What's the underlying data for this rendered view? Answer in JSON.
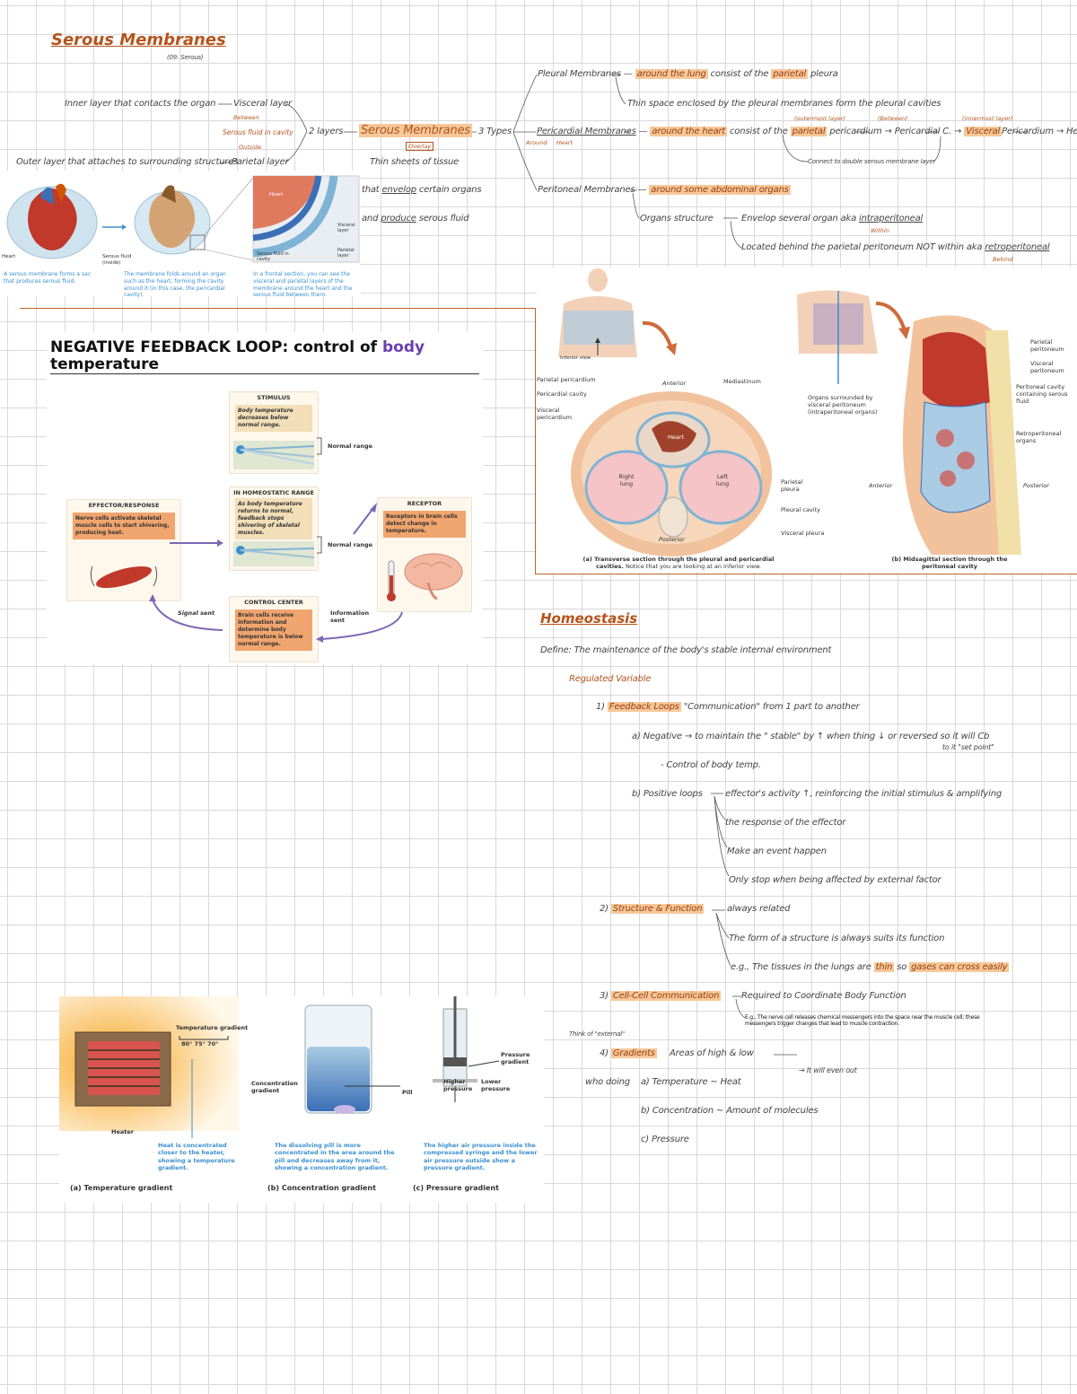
{
  "serous": {
    "title": "Serous Membranes",
    "subtitle": "(09. Serous)",
    "inner_layer_desc": "Inner layer that contacts the organ",
    "visceral_layer": "Visceral layer",
    "tag_between": "Between",
    "serous_fluid_cavity": "Serous fluid in cavity",
    "tag_outside": "Outside",
    "outer_layer_desc": "Outer layer that attaches to surrounding structures",
    "parietal_layer": "Parietal layer",
    "two_layers": "2 layers",
    "center": "Serous Membranes",
    "tag_overlay": "Overlay",
    "desc1": "Thin sheets of tissue",
    "desc2_a": "that ",
    "desc2_u": "envelop",
    "desc2_b": " certain organs",
    "desc3_a": "and ",
    "desc3_u": "produce",
    "desc3_b": " serous fluid",
    "three_types": "3 Types",
    "pleural": "Pleural Membranes",
    "pleural_hl": "around the lung",
    "pleural_rest_a": "consist of the ",
    "pleural_parietal": "parietal",
    "pleural_rest_b": " pleura",
    "pleural_note": "Thin space enclosed by the pleural membranes form the pleural cavities",
    "pericardial": "Pericardial Membranes",
    "pericardial_hl": "around the heart",
    "pericardial_rest": "consist of the",
    "pericardial_parietal": "parietal",
    "pericardial_rest2": "pericardium",
    "pericardial_c": "Pericardial C.",
    "visceral": "Visceral",
    "pericardium2": "Pericardium",
    "heart": "Heart",
    "tag_outer_layer": "(outermost layer)",
    "tag_between2": "(Between)",
    "tag_innermost": "(innermost layer)",
    "tag_around": "Around",
    "tag_heart": "Heart",
    "pericardial_note": "Connect to double serous membrane layer",
    "peritoneal": "Peritoneal Membranes",
    "peritoneal_hl": "around some abdominal organs",
    "organs_structure": "Organs structure",
    "envelop_a": "Envelop several organ aka ",
    "envelop_u": "intraperitoneal",
    "tag_within": "Within",
    "behind": "Located behind the parietal peritoneum NOT within aka ",
    "behind_u": "retroperitoneal",
    "tag_behind": "Behind"
  },
  "heart_fig": {
    "label_heart": "Heart",
    "label_serous_fluid": "Serous fluid (inside)",
    "inset_heart": "Heart",
    "inset_visceral": "Visceral layer",
    "inset_parietal": "Parietal layer",
    "inset_fluid": "Serous fluid in cavity",
    "cap1": "A serous membrane forms a sac that produces serous fluid.",
    "cap2": "The membrane folds around an organ such as the heart, forming the cavity around it (in this case, the pericardial cavity).",
    "cap3": "In a frontal section, you can see the visceral and parietal layers of the membrane around the heart and the serous fluid between them."
  },
  "nf": {
    "title_a": "NEGATIVE FEEDBACK LOOP: control of ",
    "title_b": "body",
    "title_c": "temperature",
    "stimulus_head": "STIMULUS",
    "stimulus_body": "Body temperature decreases below normal range.",
    "normal_range": "Normal range",
    "homeo_head": "IN HOMEOSTATIC RANGE",
    "homeo_body": "As body temperature returns to normal, feedback stops shivering of skeletal muscles.",
    "effector_head": "EFFECTOR/RESPONSE",
    "effector_body": "Nerve cells activate skeletal muscle cells to start shivering, producing heat.",
    "receptor_head": "RECEPTOR",
    "receptor_body": "Receptors in brain cells detect change in temperature.",
    "control_head": "CONTROL CENTER",
    "control_body": "Brain cells receive information and determine body temperature is below normal range.",
    "signal_sent": "Signal sent",
    "info_sent": "Information sent"
  },
  "thorax": {
    "inferior_view": "Inferior view",
    "parietal_pericardium": "Parietal pericardium",
    "pericardial_cavity": "Pericardial cavity",
    "visceral_pericardium": "Visceral pericardium",
    "anterior": "Anterior",
    "mediastinum": "Mediastinum",
    "heart": "Heart",
    "right_lung": "Right lung",
    "left_lung": "Left lung",
    "parietal_pleura": "Parietal pleura",
    "pleural_cavity": "Pleural cavity",
    "visceral_pleura": "Visceral pleura",
    "posterior": "Posterior",
    "caption_a_bold": "(a) Transverse section through the pleural and pericardial cavities.",
    "caption_a_rest": " Notice that you are looking at an inferior view.",
    "organs_surrounded": "Organs surrounded by visceral peritoneum (intraperitoneal organs)",
    "parietal_peritoneum": "Parietal peritoneum",
    "visceral_peritoneum": "Visceral peritoneum",
    "peritoneal_cavity": "Peritoneal cavity containing serous fluid",
    "retroperitoneal": "Retroperitoneal organs",
    "anterior2": "Anterior",
    "posterior2": "Posterior",
    "caption_b": "(b) Midsagittal section through the peritoneal cavity"
  },
  "homeo": {
    "title": "Homeostasis",
    "define": "Define: The maintenance of the body's stable internal environment",
    "regulated": "Regulated Variable",
    "fb_num": "1) ",
    "fb_label": "Feedback Loops",
    "fb_rest": " \"Communication\" from 1 part to another",
    "neg": "a) Negative → to maintain the \" stable\" by ↑ when thing ↓ or reversed so it will Cb",
    "neg2": "to it \"set point\"",
    "neg3": "- Control of body temp.",
    "pos": "b) Positive loops",
    "pos1": "effector's activity ↑, reinforcing the initial stimulus & amplifying",
    "pos2": "the response of the effector",
    "pos3": "Make an event happen",
    "pos4": "Only stop when being affected by external factor",
    "sf_num": "2) ",
    "sf_label": "Structure & Function",
    "sf1": "always related",
    "sf2": "The form of a structure is always suits its function",
    "sf3_a": "e.g., The tissues in the lungs are ",
    "sf3_thin": "thin",
    "sf3_b": " so ",
    "sf3_hl": "gases can cross easily",
    "cc_num": "3) ",
    "cc_label": "Cell-Cell Communication",
    "cc1": "Required to Coordinate Body Function",
    "cc_note": "E.g., The nerve cell releases chemical messengers into the space near the muscle cell; these messengers trigger changes that lead to muscle contraction.",
    "think": "Think of \"external\"",
    "gr_num": "4) ",
    "gr_label": "Gradients",
    "gr1": "Areas of high & low",
    "gr_eq": "→ It will even out",
    "who": "who doing",
    "gr_a": "a) Temperature  ~  Heat",
    "gr_b": "b) Concentration  ~  Amount of molecules",
    "gr_c": "c) Pressure"
  },
  "gradients": {
    "temp_gradient": "Temperature gradient",
    "temps": "80°   75°   70°",
    "heater": "Heater",
    "heater_cap": "Heat is concentrated closer to the heater, showing a temperature gradient.",
    "cap_a": "(a) Temperature gradient",
    "conc_gradient": "Concentration gradient",
    "pill": "Pill",
    "pill_cap": "The dissolving pill is more concentrated in the area around the pill and decreases away from it, showing a concentration gradient.",
    "cap_b": "(b) Concentration gradient",
    "pressure_gradient": "Pressure gradient",
    "higher": "Higher pressure",
    "lower": "Lower pressure",
    "pressure_cap": "The higher air pressure inside the compressed syringe and the lower air pressure outside show a pressure gradient.",
    "cap_c": "(c) Pressure gradient"
  },
  "colors": {
    "accent": "#b5541c",
    "highlight": "#f6c89a",
    "caption_blue": "#3a8fd0",
    "purple": "#6a3fb0"
  }
}
